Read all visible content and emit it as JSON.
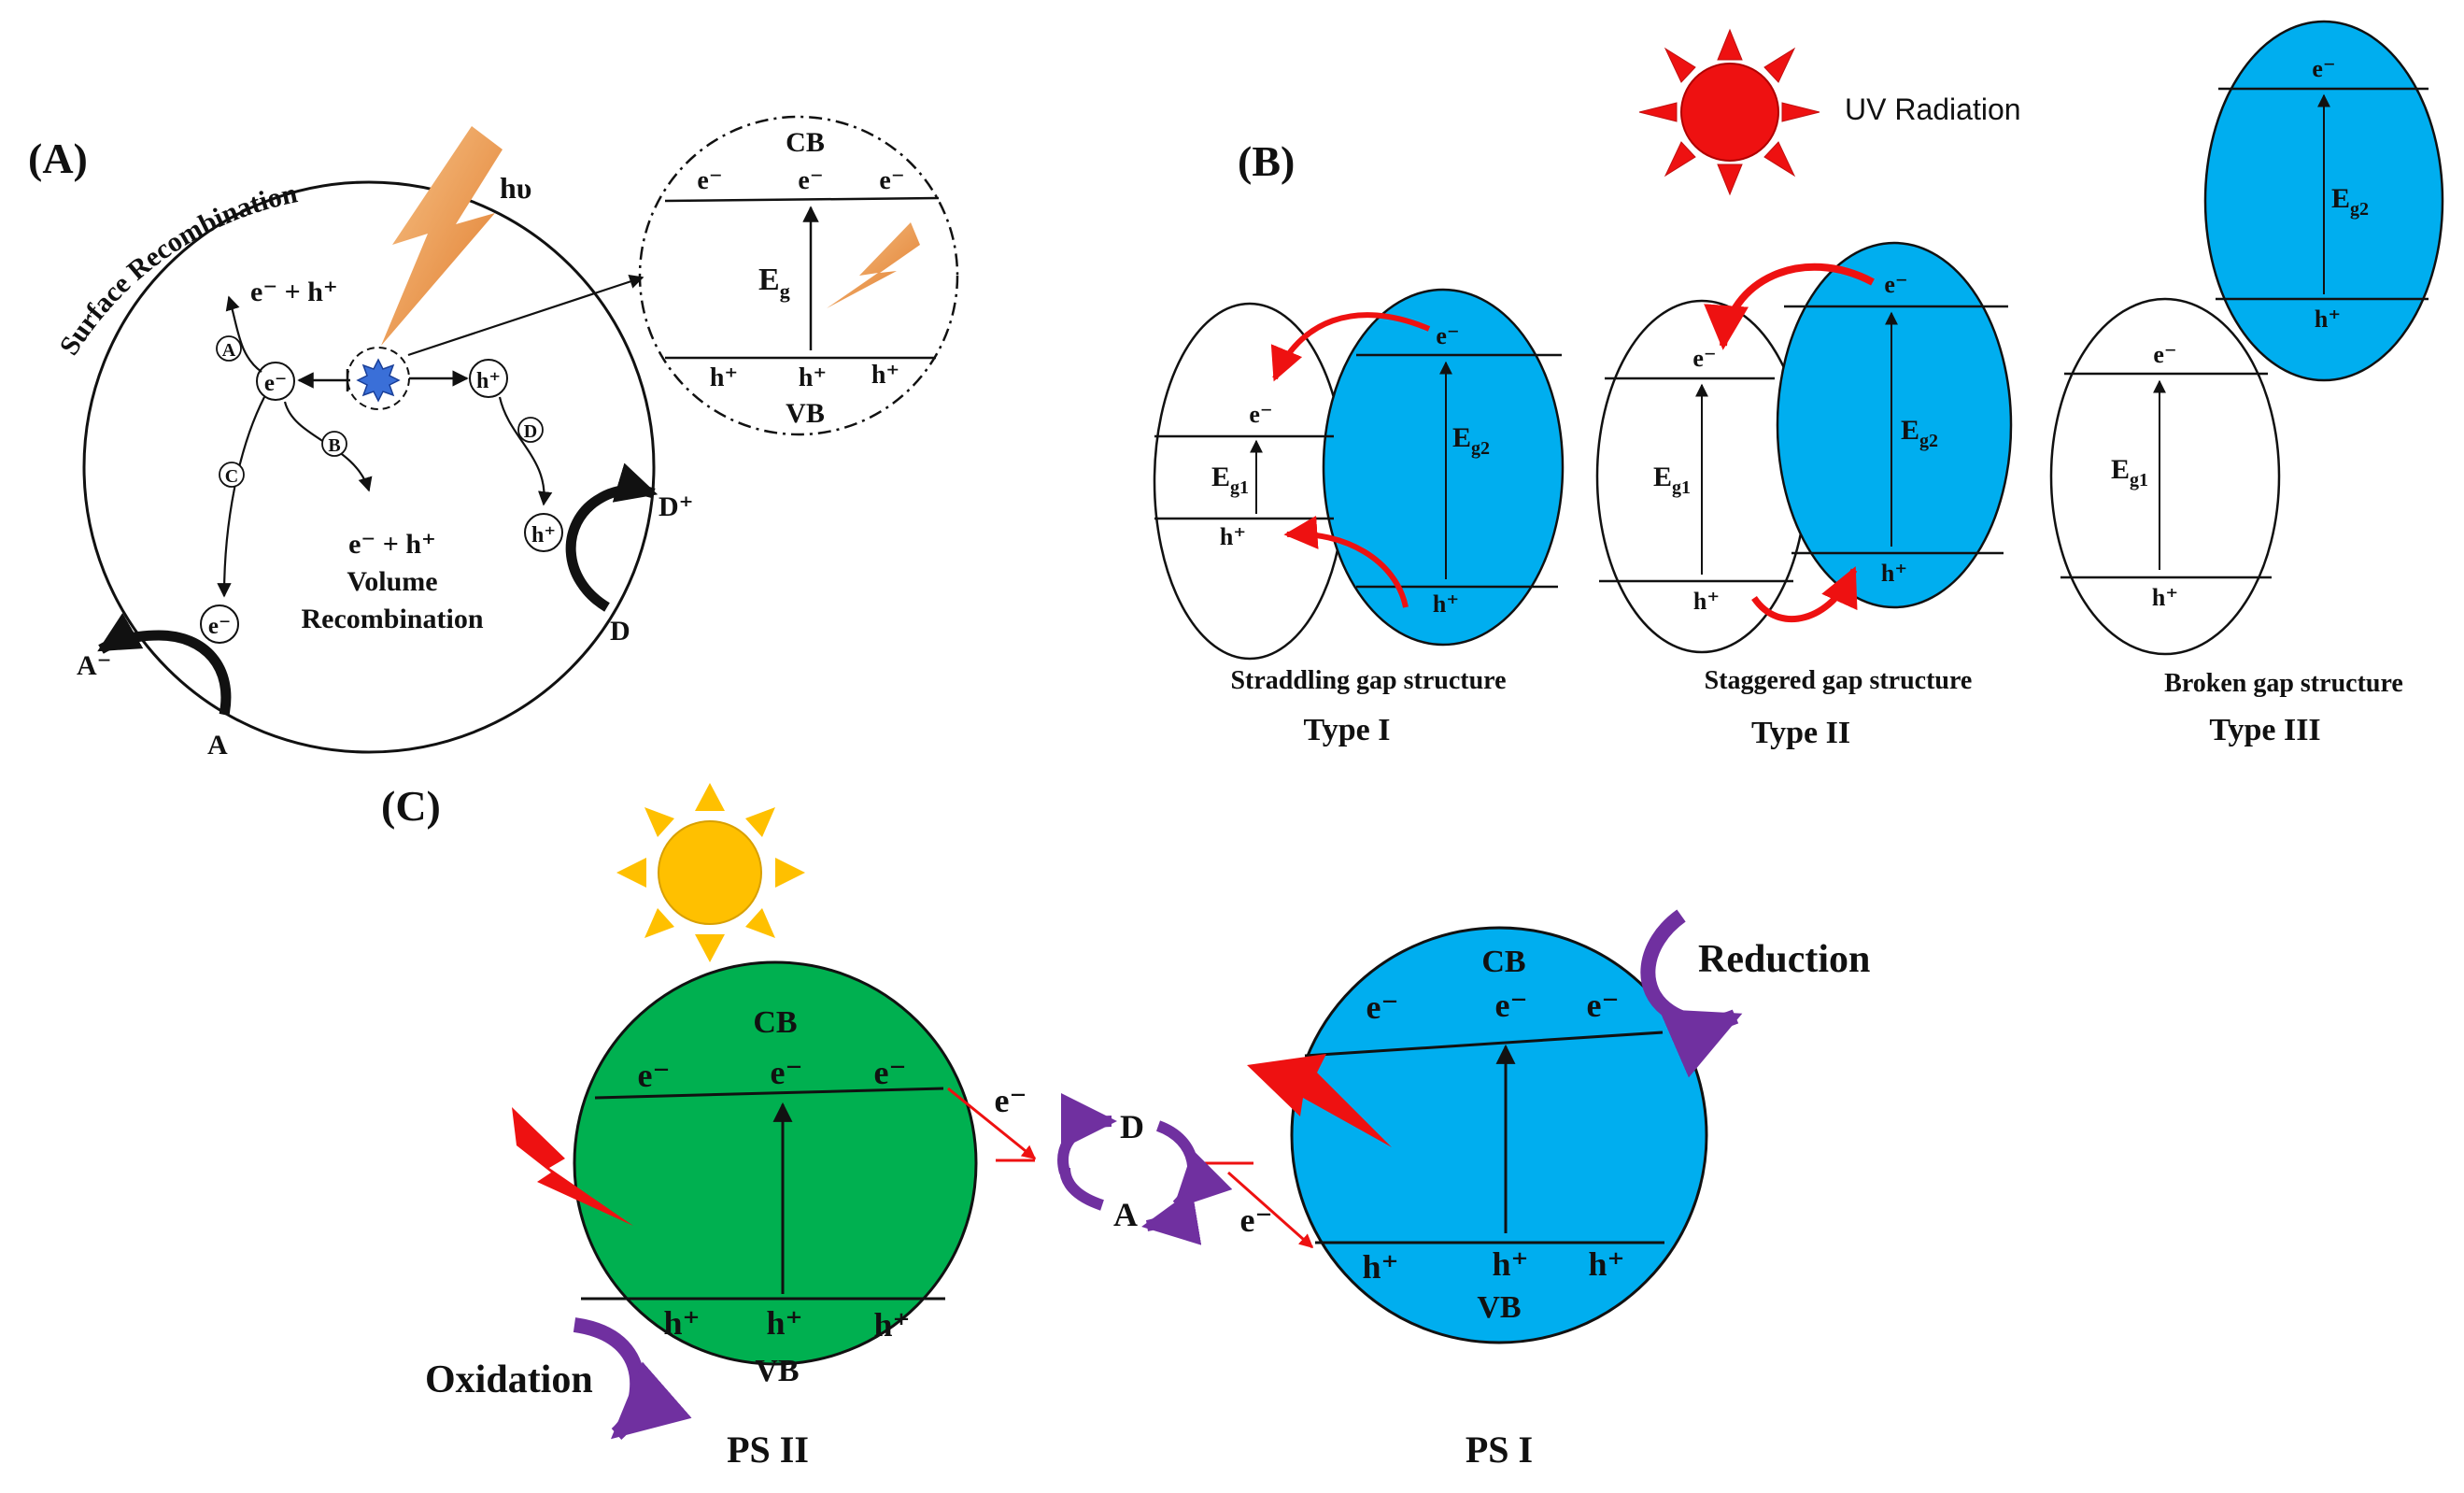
{
  "colors": {
    "blue": "#00aeef",
    "green": "#00b050",
    "red": "#ee1111",
    "purple": "#7030a0",
    "orange": "#f2a55a",
    "sun_yellow": "#ffc000",
    "uv_red": "#ee1111",
    "dot_blue": "#3a6fd8"
  },
  "panel_a": {
    "label": "(A)",
    "hv": "hυ",
    "surface_recombination": "Surface Recombination",
    "pair_top": "e⁻ + h⁺",
    "pair_volume": "e⁻ + h⁺",
    "volume": "Volume",
    "recombination": "Recombination",
    "e": "e⁻",
    "h": "h⁺",
    "path_a": "A",
    "path_b": "B",
    "path_c": "C",
    "path_d": "D",
    "acceptor": "A",
    "acceptor_ion": "A⁻",
    "donor": "D",
    "donor_ion": "D⁺",
    "zoom": {
      "cb": "CB",
      "vb": "VB",
      "e": "e⁻",
      "h": "h⁺",
      "eg": "E",
      "eg_sub": "g"
    }
  },
  "panel_b": {
    "label": "(B)",
    "uv_label": "UV Radiation",
    "e": "e⁻",
    "h": "h⁺",
    "eg": "E",
    "sub_g1": "g1",
    "sub_g2": "g2",
    "types": [
      {
        "name": "Straddling gap structure",
        "type": "Type I"
      },
      {
        "name": "Staggered gap structure",
        "type": "Type II"
      },
      {
        "name": "Broken gap structure",
        "type": "Type III"
      }
    ]
  },
  "panel_c": {
    "label": "(C)",
    "cb": "CB",
    "vb": "VB",
    "e": "e⁻",
    "h": "h⁺",
    "ps2": "PS II",
    "ps1": "PS I",
    "oxidation": "Oxidation",
    "reduction": "Reduction",
    "donor": "D",
    "acceptor": "A"
  }
}
